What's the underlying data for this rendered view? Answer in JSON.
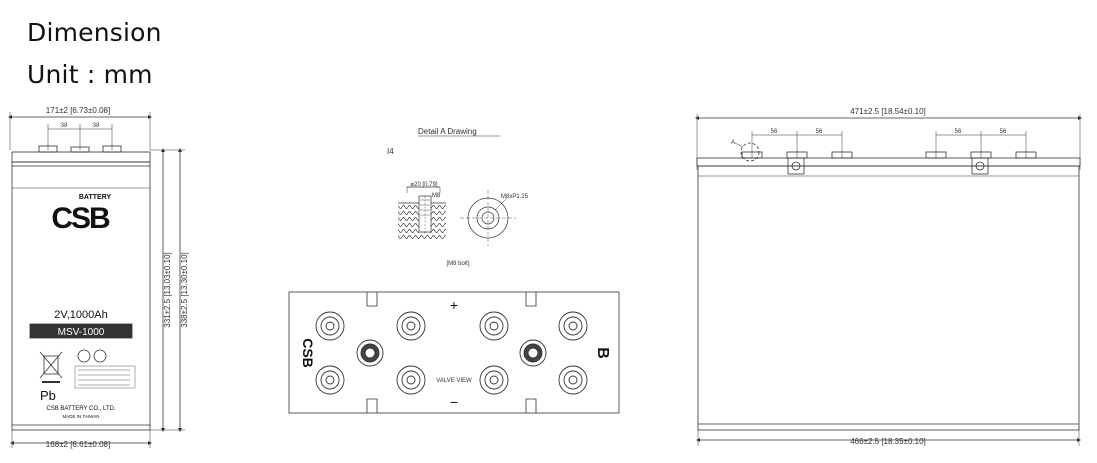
{
  "header": {
    "title": "Dimension",
    "unit": "Unit : mm"
  },
  "front_view": {
    "top_width": "171±2 [6.73±0.08]",
    "bottom_width": "168±2 [6.61±0.08]",
    "spacing_left": "38",
    "spacing_right": "38",
    "height_inner": "331±2.5 [13.03±0.10]",
    "height_outer": "338±2.5 [13.30±0.10]",
    "brand_battery": "BATTERY",
    "brand_logo": "CSB",
    "rating": "2V,1000Ah",
    "model": "MSV-1000",
    "pb_symbol": "Pb",
    "company": "CSB BATTERY CO., LTD.",
    "made_in": "MADE IN TAIWAN"
  },
  "detail": {
    "title": "Detail A Drawing",
    "ref": "I4",
    "diameter": "⌀20 [0.79]",
    "m8": "M8",
    "thread": "M8xP1.25",
    "bolt": "[M8 bolt]"
  },
  "top_view": {
    "plus": "+",
    "minus": "−",
    "vent_label": "VALVE VIEW",
    "logo_left": "CSB",
    "logo_right": "B"
  },
  "side_view": {
    "top_width": "471±2.5 [18.54±0.10]",
    "bottom_width": "466±2.5 [18.35±0.10]",
    "spacings": [
      "56",
      "56",
      "56",
      "56"
    ],
    "callout": "A"
  }
}
